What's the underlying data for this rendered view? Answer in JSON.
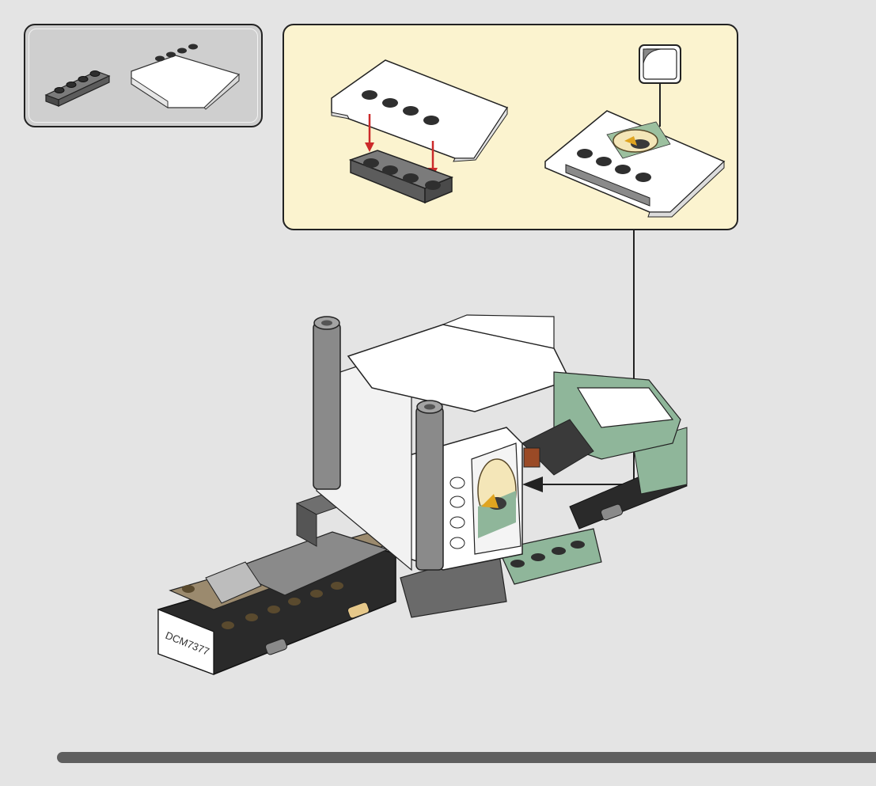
{
  "colors": {
    "background": "#e4e4e4",
    "parts_panel": "#cfcfcf",
    "submodel_panel": "#fbf3cf",
    "arrow_red": "#cc2a2a",
    "truck_white": "#ffffff",
    "truck_green": "#8fb69a",
    "truck_tan": "#9b8a6e",
    "truck_gray": "#8a8a8a",
    "progress": "#5f5f5f"
  },
  "parts_list": [
    {
      "part": "plate-1x4",
      "color": "dark-bluish-gray",
      "qty_shown": 1
    },
    {
      "part": "wedge-slope-curved",
      "color": "white",
      "qty_shown": 1
    }
  ],
  "sticker": {
    "icon": "sticker-icon"
  },
  "license_plate": "DCM7377",
  "progress": {
    "value": 0.99
  }
}
